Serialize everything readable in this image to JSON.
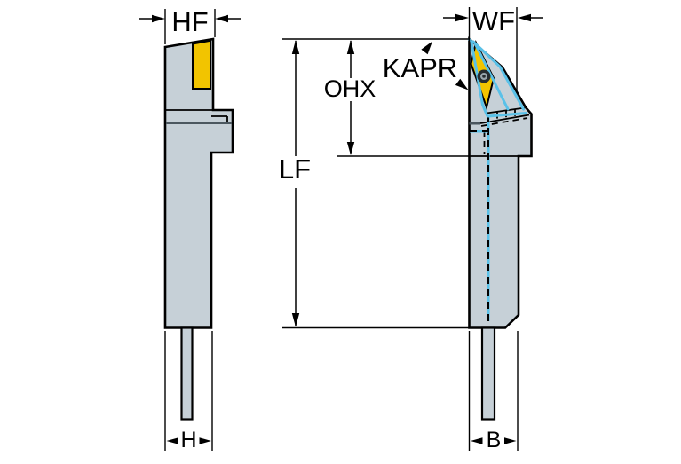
{
  "labels": {
    "hf": "HF",
    "wf": "WF",
    "ohx": "OHX",
    "kapr": "KAPR",
    "lf": "LF",
    "h": "H",
    "b": "B"
  },
  "colors": {
    "background": "#ffffff",
    "body_gray": "#c6d0d7",
    "outline_black": "#000000",
    "insert_yellow": "#f2c400",
    "highlight_blue": "#5ac1e8",
    "seam_dark": "#4b575f",
    "screw_dark": "#262c30",
    "screw_light": "#9aa6ad"
  }
}
